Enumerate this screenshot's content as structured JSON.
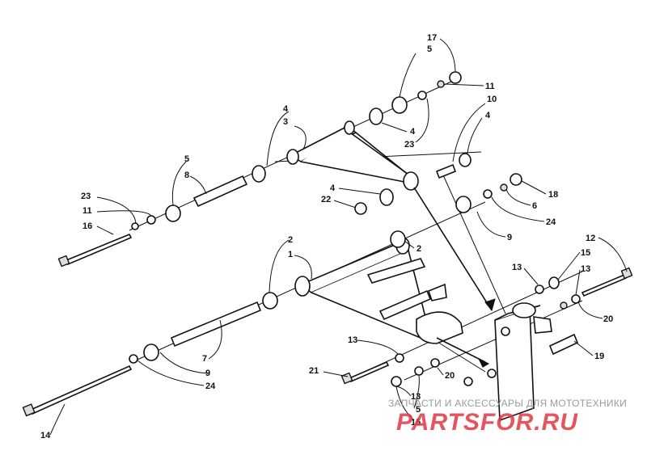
{
  "callouts": [
    {
      "id": "c17a",
      "text": "17"
    },
    {
      "id": "c5a",
      "text": "5"
    },
    {
      "id": "c11a",
      "text": "11"
    },
    {
      "id": "c10",
      "text": "10"
    },
    {
      "id": "c4a",
      "text": "4"
    },
    {
      "id": "c3",
      "text": "3"
    },
    {
      "id": "c4b",
      "text": "4"
    },
    {
      "id": "c23a",
      "text": "23"
    },
    {
      "id": "c4c",
      "text": "4"
    },
    {
      "id": "c5b",
      "text": "5"
    },
    {
      "id": "c8",
      "text": "8"
    },
    {
      "id": "c18",
      "text": "18"
    },
    {
      "id": "c4d",
      "text": "4"
    },
    {
      "id": "c6",
      "text": "6"
    },
    {
      "id": "c22",
      "text": "22"
    },
    {
      "id": "c24a",
      "text": "24"
    },
    {
      "id": "c23b",
      "text": "23"
    },
    {
      "id": "c11b",
      "text": "11"
    },
    {
      "id": "c16",
      "text": "16"
    },
    {
      "id": "c9a",
      "text": "9"
    },
    {
      "id": "c2a",
      "text": "2"
    },
    {
      "id": "c2b",
      "text": "2"
    },
    {
      "id": "c12",
      "text": "12"
    },
    {
      "id": "c1",
      "text": "1"
    },
    {
      "id": "c15a",
      "text": "15"
    },
    {
      "id": "c13a",
      "text": "13"
    },
    {
      "id": "c13b",
      "text": "13"
    },
    {
      "id": "c20a",
      "text": "20"
    },
    {
      "id": "c13c",
      "text": "13"
    },
    {
      "id": "c19",
      "text": "19"
    },
    {
      "id": "c7",
      "text": "7"
    },
    {
      "id": "c9b",
      "text": "9"
    },
    {
      "id": "c21",
      "text": "21"
    },
    {
      "id": "c20b",
      "text": "20"
    },
    {
      "id": "c24b",
      "text": "24"
    },
    {
      "id": "c13d",
      "text": "13"
    },
    {
      "id": "c5c",
      "text": "5"
    },
    {
      "id": "c15b",
      "text": "15"
    },
    {
      "id": "c14",
      "text": "14"
    }
  ],
  "watermark": {
    "subtitle": "ЗАПЧАСТИ И АКСЕССУАРЫ ДЛЯ МОТОТЕХНИКИ",
    "brand": "PARTSFOR.RU",
    "color": "#e03844"
  }
}
